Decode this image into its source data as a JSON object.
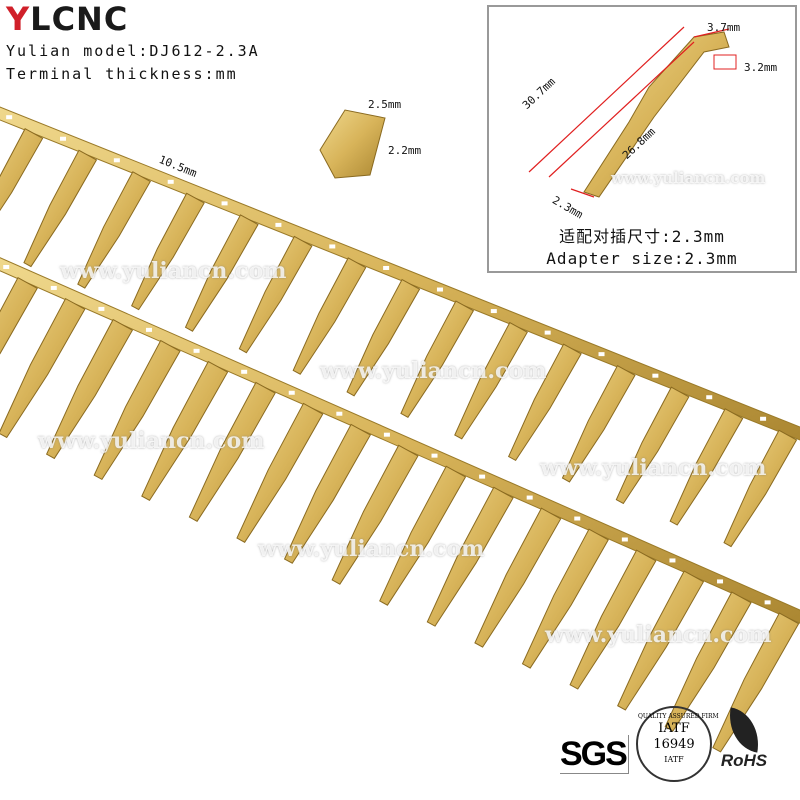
{
  "brand": {
    "logo_text": "YLCNC",
    "color_red": "#d0202a",
    "color_dark": "#1a1a1a"
  },
  "specs": {
    "model": "Yulian model:DJ612-2.3A",
    "thickness": "Terminal thickness:mm"
  },
  "dimensions_small": {
    "width": "2.5mm",
    "height": "2.2mm",
    "pitch": "10.5mm"
  },
  "inset": {
    "dim_top": "3.7mm",
    "dim_side": "3.2mm",
    "dim_total": "30.7mm",
    "dim_body": "26.8mm",
    "dim_pin": "2.3mm",
    "watermark": "www.yuliancn.com",
    "adapter_cn": "适配对插尺寸:2.3mm",
    "adapter_en": "Adapter size:2.3mm"
  },
  "watermark": "www.yuliancn.com",
  "certifications": {
    "sgs": "SGS",
    "iatf_top": "IATF",
    "iatf_num": "16949",
    "iatf_bottom": "IATF",
    "iatf_ring": "QUALITY ASSURED FIRM",
    "rohs": "RoHS"
  },
  "colors": {
    "gold": "#d8b45a",
    "gold_dark": "#a98530",
    "gold_light": "#f0d98e"
  }
}
